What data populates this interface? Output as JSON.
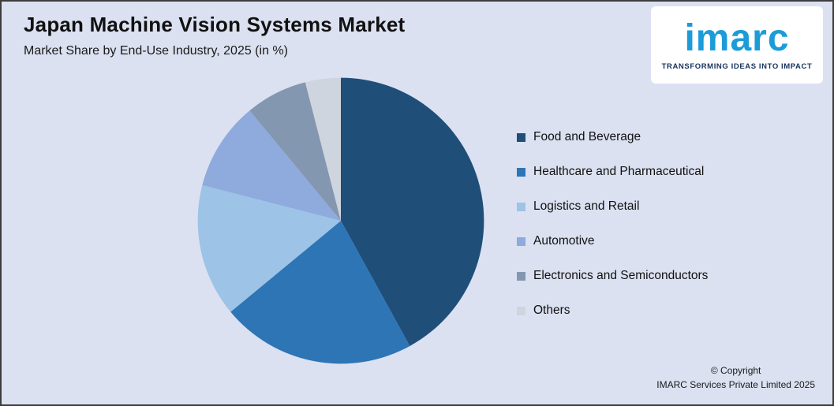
{
  "header": {
    "title": "Japan Machine Vision Systems Market",
    "subtitle": "Market Share by End-Use Industry, 2025 (in %)"
  },
  "logo": {
    "brand": "imarc",
    "tagline": "TRANSFORMING IDEAS INTO IMPACT",
    "brand_color": "#1b9cd8",
    "tagline_color": "#16325c"
  },
  "footer": {
    "copyright_line1": "© Copyright",
    "copyright_line2": "IMARC Services Private Limited 2025"
  },
  "chart_data": {
    "type": "pie",
    "title": "Japan Machine Vision Systems Market",
    "subtitle": "Market Share by End-Use Industry, 2025 (in %)",
    "categories": [
      "Food and Beverage",
      "Healthcare and Pharmaceutical",
      "Logistics and Retail",
      "Automotive",
      "Electronics and Semiconductors",
      "Others"
    ],
    "values": [
      42,
      22,
      15,
      10,
      7,
      4
    ],
    "colors": [
      "#1f4e79",
      "#2e75b6",
      "#9dc3e6",
      "#8faadc",
      "#8497b0",
      "#cfd5de"
    ],
    "legend_position": "right",
    "start_angle_deg": 90,
    "direction": "clockwise",
    "background_color": "#dbe1f1"
  }
}
